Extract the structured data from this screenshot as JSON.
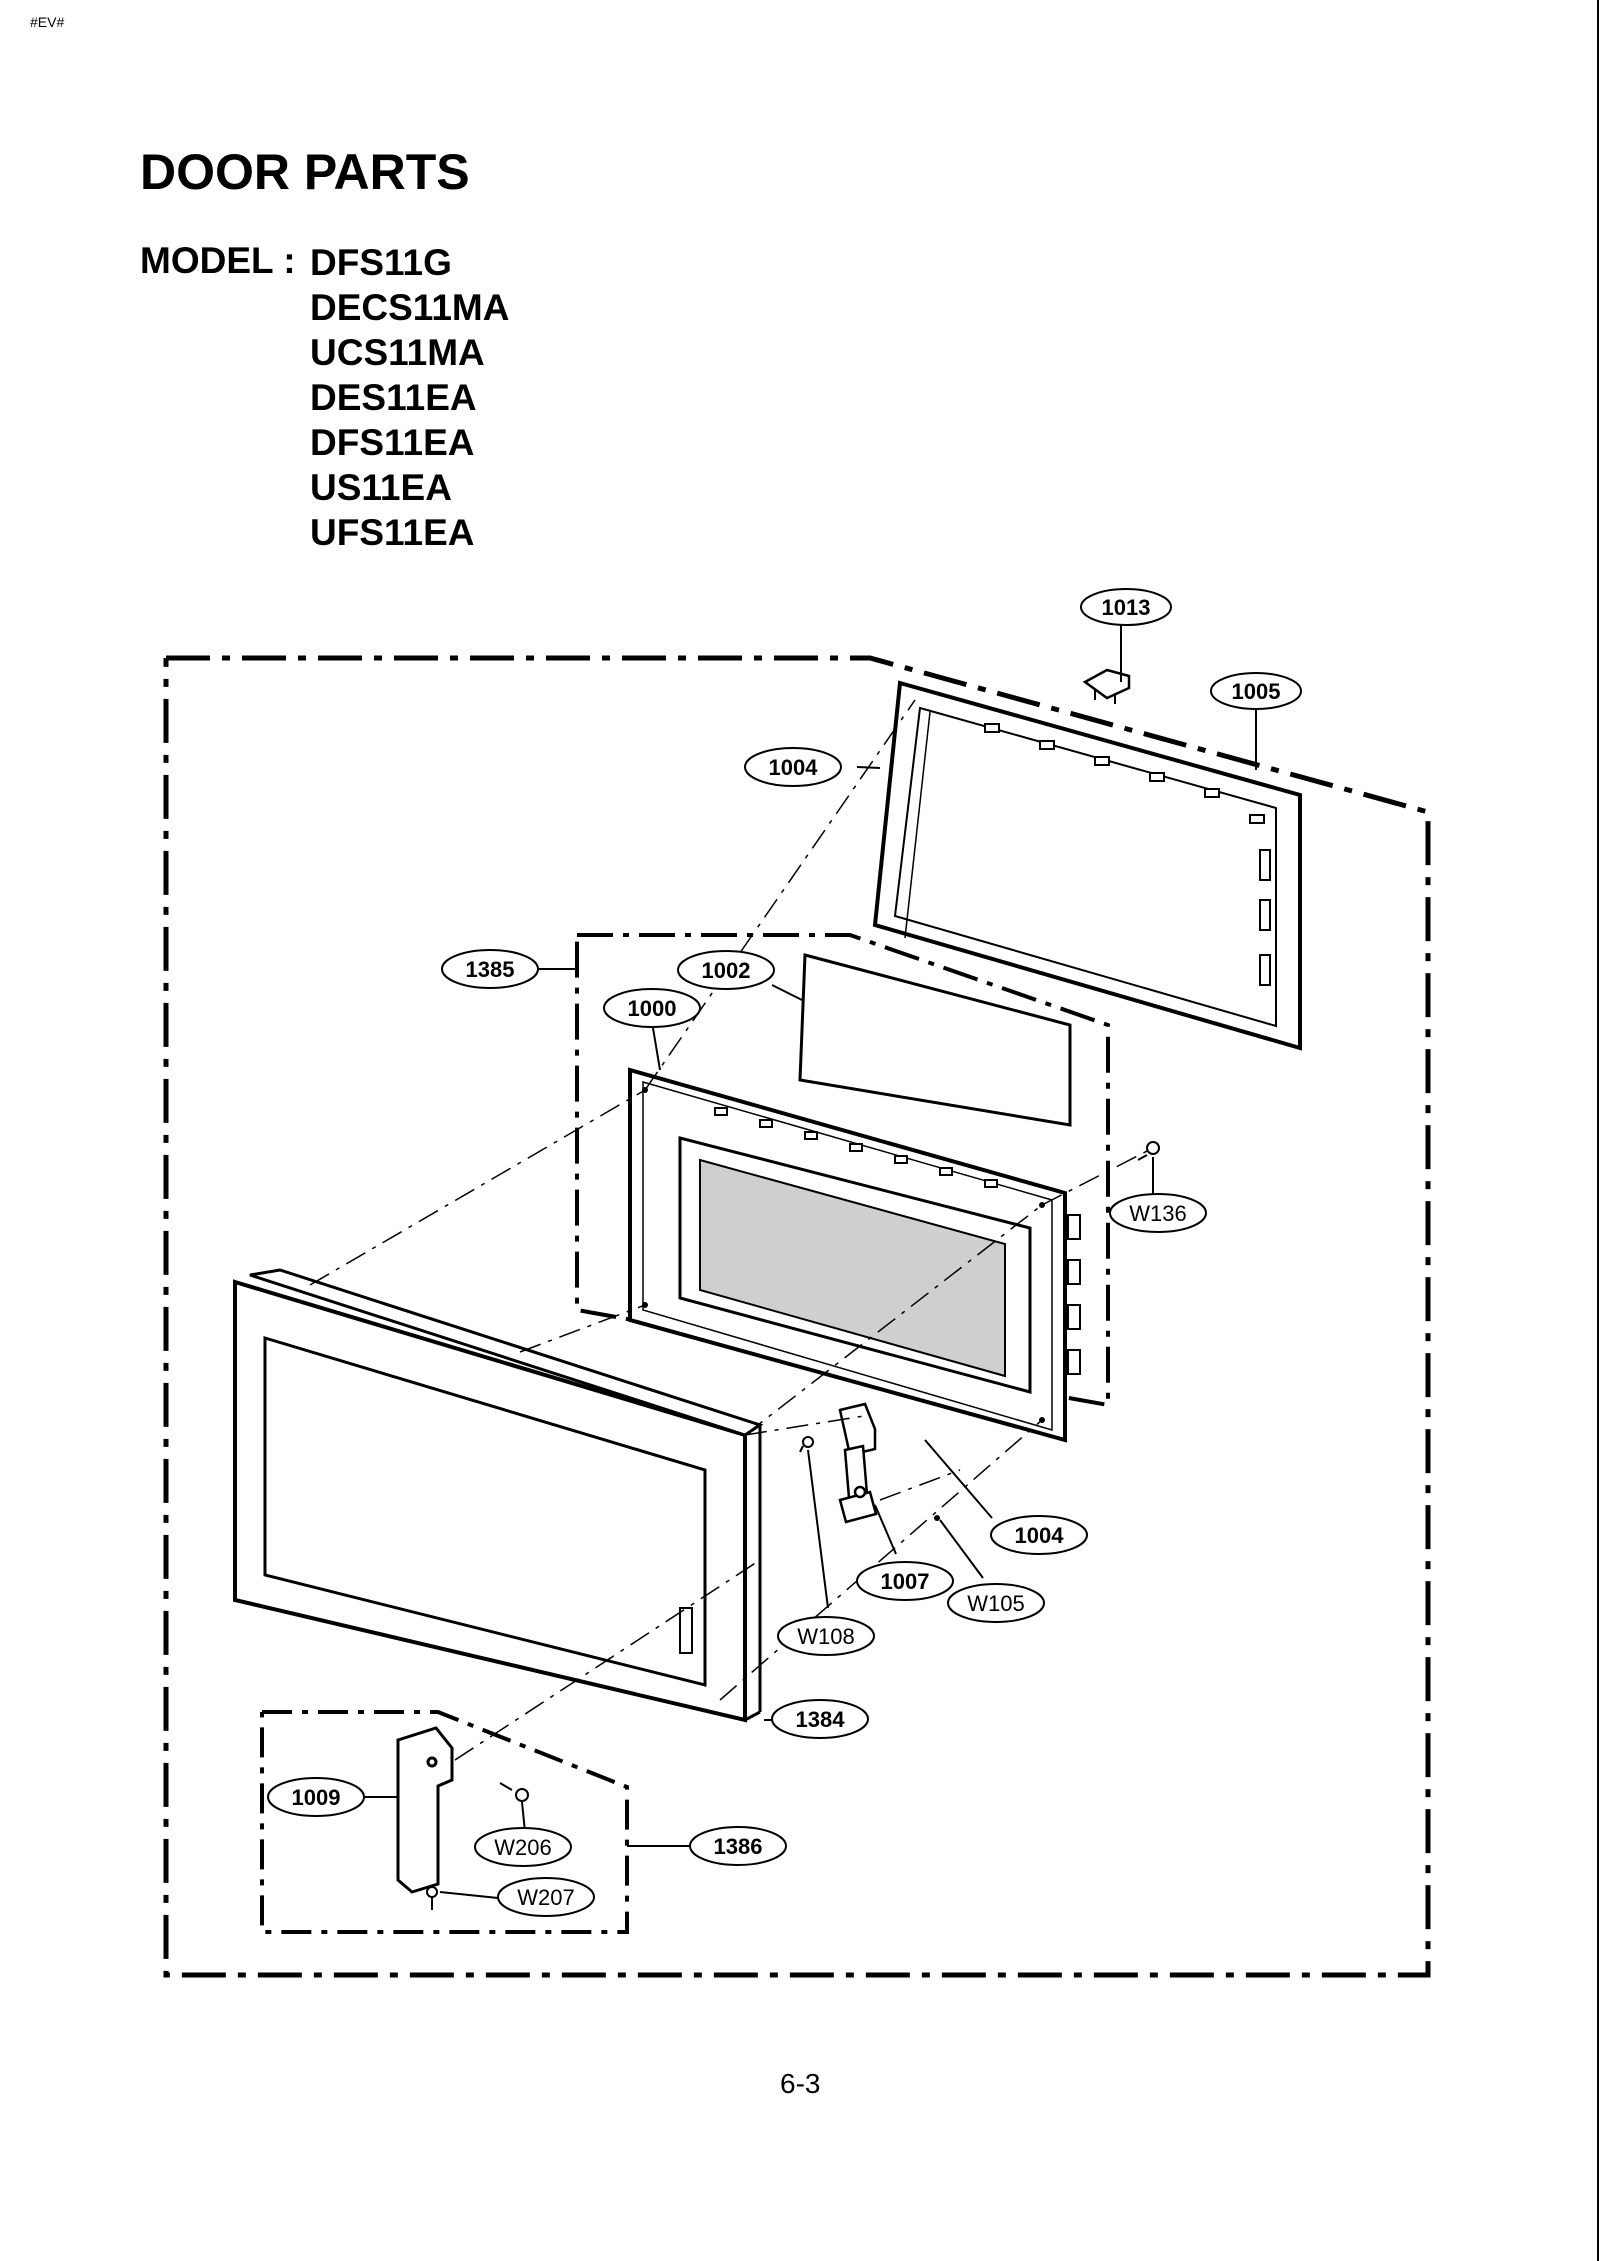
{
  "header_mark": "#EV#",
  "title": "DOOR PARTS",
  "model_label": "MODEL :",
  "models": [
    "DFS11G",
    "DECS11MA",
    "UCS11MA",
    "DES11EA",
    "DFS11EA",
    "US11EA",
    "UFS11EA"
  ],
  "callouts": {
    "c1013": "1013",
    "c1005": "1005",
    "c1004_top": "1004",
    "c1385": "1385",
    "c1002": "1002",
    "c1000": "1000",
    "cW136": "W136",
    "c1004_low": "1004",
    "c1007": "1007",
    "cW105": "W105",
    "cW108": "W108",
    "c1384": "1384",
    "c1009": "1009",
    "cW206": "W206",
    "c1386": "1386",
    "cW207": "W207"
  },
  "page_number": "6-3"
}
